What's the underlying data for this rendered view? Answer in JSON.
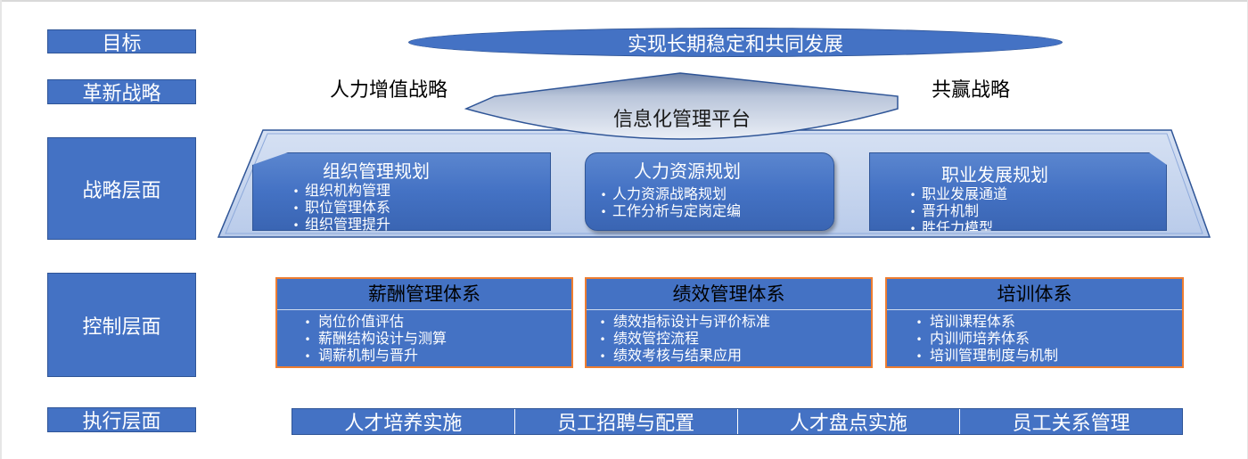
{
  "labels": {
    "goal": "目标",
    "renewal": "革新战略",
    "strategy": "战略层面",
    "control": "控制层面",
    "execution": "执行层面"
  },
  "goal_text": "实现长期稳定和共同发展",
  "strategies": {
    "left": "人力增值战略",
    "right": "共赢战略",
    "platform": "信息化管理平台"
  },
  "strategy_boxes": [
    {
      "title": "组织管理规划",
      "items": [
        "组织机构管理",
        "职位管理体系",
        "组织管理提升"
      ]
    },
    {
      "title": "人力资源规划",
      "items": [
        "人力资源战略规划",
        "工作分析与定岗定编"
      ]
    },
    {
      "title": "职业发展规划",
      "items": [
        "职业发展通道",
        "晋升机制",
        "胜任力模型"
      ]
    }
  ],
  "control_boxes": [
    {
      "title": "薪酬管理体系",
      "items": [
        "岗位价值评估",
        "薪酬结构设计与测算",
        "调薪机制与晋升"
      ]
    },
    {
      "title": "绩效管理体系",
      "items": [
        "绩效指标设计与评价标准",
        "绩效管控流程",
        "绩效考核与结果应用"
      ]
    },
    {
      "title": "培训体系",
      "items": [
        "培训课程体系",
        "内训师培养体系",
        "培训管理制度与机制"
      ]
    }
  ],
  "execution": [
    "人才培养实施",
    "员工招聘与配置",
    "人才盘点实施",
    "员工关系管理"
  ],
  "colors": {
    "primary_blue": "#4472c4",
    "dark_blue": "#2f5597",
    "light_panel": "#c5d4ee",
    "orange_border": "#ed7d31"
  }
}
